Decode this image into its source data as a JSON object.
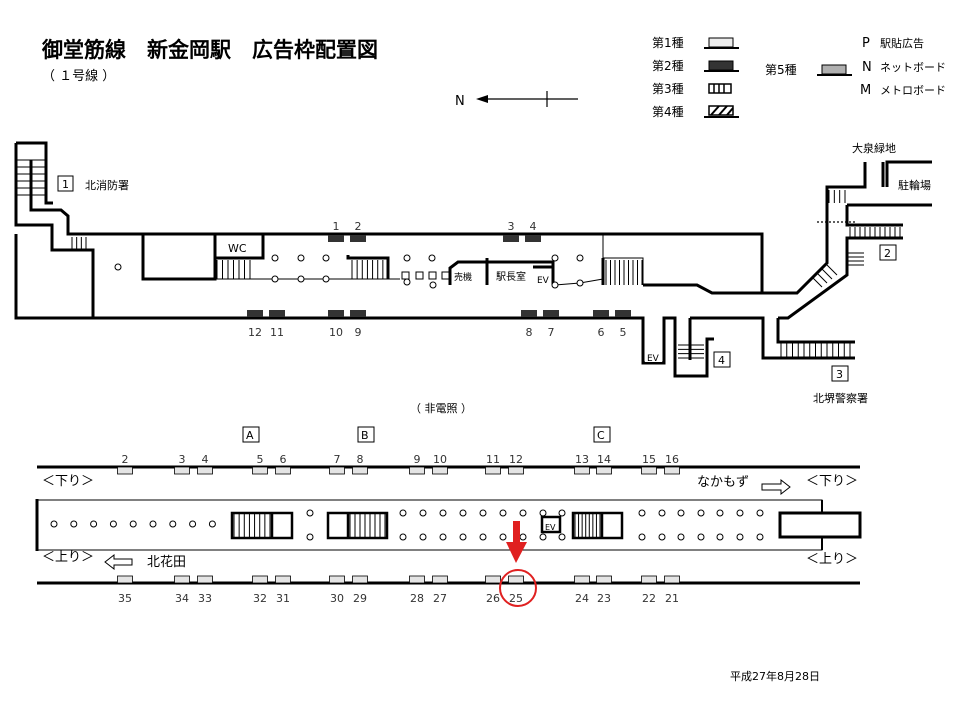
{
  "header": {
    "title": "御堂筋線　新金岡駅　広告枠配置図",
    "subtitle": "（ １号線 ）",
    "compass_label": "N"
  },
  "legend": {
    "types": [
      {
        "label": "第1種",
        "color": "#eeeeee"
      },
      {
        "label": "第2種",
        "color": "#333333"
      },
      {
        "label": "第3種",
        "pattern": "stripes"
      },
      {
        "label": "第4種",
        "pattern": "hatch"
      }
    ],
    "type5": {
      "label": "第5種",
      "color": "#b0b0b0"
    },
    "codes": [
      {
        "code": "P",
        "text": "駅貼広告"
      },
      {
        "code": "N",
        "text": "ネットボード"
      },
      {
        "code": "M",
        "text": "メトロボード"
      }
    ]
  },
  "concourse": {
    "exits": [
      {
        "num": "1",
        "dest": "北消防署"
      },
      {
        "num": "2",
        "dest": "大泉緑地"
      },
      {
        "num": "3",
        "dest": "北堺警察署"
      },
      {
        "num": "4",
        "dest": ""
      }
    ],
    "bicycle_parking": "駐輪場",
    "rooms": {
      "wc": "WC",
      "ticket": "売機",
      "office": "駅長室",
      "ev": "EV"
    },
    "ads_top": [
      "1",
      "2",
      "3",
      "4"
    ],
    "ads_bottom": [
      "12",
      "11",
      "10",
      "9",
      "8",
      "7",
      "6",
      "5"
    ],
    "note": "（ 非電照 ）"
  },
  "platform": {
    "stairs": [
      "A",
      "B",
      "C"
    ],
    "ads_top": [
      "2",
      "3",
      "4",
      "5",
      "6",
      "7",
      "8",
      "9",
      "10",
      "11",
      "12",
      "13",
      "14",
      "15",
      "16"
    ],
    "ads_bottom": [
      "35",
      "34",
      "33",
      "32",
      "31",
      "30",
      "29",
      "28",
      "27",
      "26",
      "25",
      "24",
      "23",
      "22",
      "21"
    ],
    "down_label": "＜下り＞",
    "up_label": "＜上り＞",
    "toward_down": "なかもず",
    "toward_up": "北花田",
    "ev": "EV",
    "highlighted_ad": "25",
    "highlight_color": "#e02020"
  },
  "footer": {
    "date": "平成27年8月28日"
  }
}
